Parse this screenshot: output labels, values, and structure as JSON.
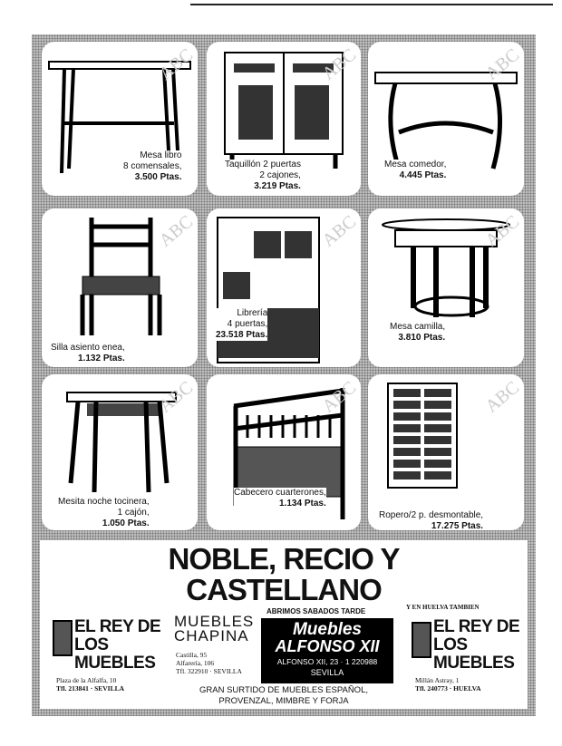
{
  "products": [
    {
      "name": "Mesa libro\n8 comensales,",
      "price": "3.500 Ptas."
    },
    {
      "name": "Taquillón 2 puertas\n2 cajones,",
      "price": "3.219 Ptas."
    },
    {
      "name": "Mesa comedor,",
      "price": "4.445 Ptas."
    },
    {
      "name": "Silla asiento enea,",
      "price": "1.132 Ptas."
    },
    {
      "name": "Librería\n4 puertas,",
      "price": "23.518 Ptas."
    },
    {
      "name": "Mesa camilla,",
      "price": "3.810 Ptas."
    },
    {
      "name": "Mesita noche tocinera,\n1 cajón,",
      "price": "1.050 Ptas."
    },
    {
      "name": "Cabecero cuarterones,",
      "price": "1.134 Ptas."
    },
    {
      "name": "Ropero/2 p. desmontable,",
      "price": "17.275 Ptas."
    }
  ],
  "slogan": {
    "line1": "NOBLE, RECIO Y",
    "line2": "CASTELLANO"
  },
  "stores": {
    "rey1": {
      "logo": "EL REY DE LOS MUEBLES",
      "address": "Plaza de la Alfalfa, 10",
      "phone": "Tfl. 213841 · SEVILLA"
    },
    "chapina": {
      "line1": "MUEBLES",
      "line2": "CHAPINA",
      "address1": "Castilla, 95",
      "address2": "Alfarería, 106",
      "phone": "Tfl. 322910 · SEVILLA"
    },
    "alfonso": {
      "saturday": "ABRIMOS SABADOS TARDE",
      "line1": "Muebles",
      "line2": "ALFONSO XII",
      "address": "ALFONSO XII, 23 · 1 220988",
      "city": "SEVILLA"
    },
    "huelva_note": "Y EN HUELVA TAMBIEN",
    "rey2": {
      "logo": "EL REY DE LOS MUEBLES",
      "address": "Millán Astray, 1",
      "phone": "Tfl. 240773 · HUELVA"
    }
  },
  "footer": {
    "line1": "GRAN SURTIDO DE MUEBLES ESPAÑOL,",
    "line2": "PROVENZAL, MIMBRE Y FORJA"
  },
  "watermark": "ABC"
}
